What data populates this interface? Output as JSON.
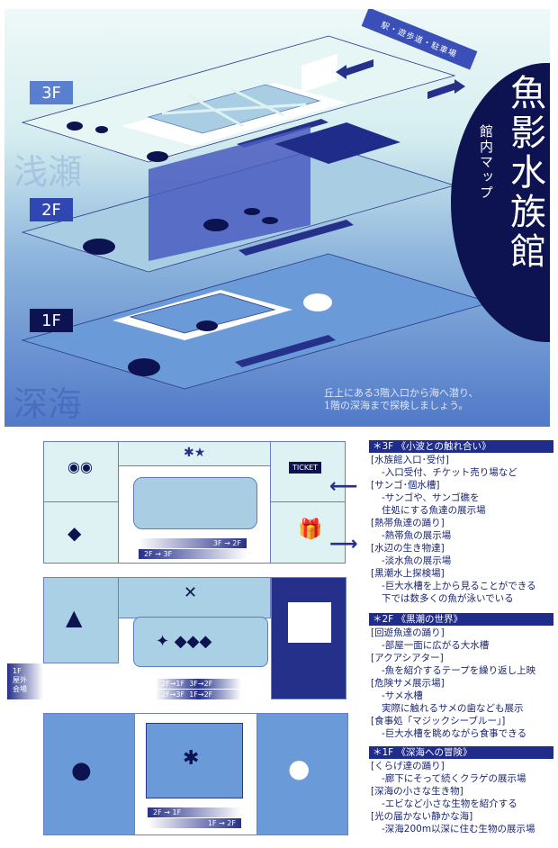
{
  "title": {
    "main": "魚影水族館",
    "sub": "館内マップ"
  },
  "hero": {
    "zones": {
      "shallow": "浅瀬",
      "deep": "深海"
    },
    "floors": [
      "3F",
      "2F",
      "1F"
    ],
    "entrance_sign": "駅・遊歩道・駐車場",
    "outdoor_sign": "1F 屋外会場",
    "caption_lines": [
      "丘上にある3階入口から海へ潜り、",
      "1階の深海まで探検しましょう。"
    ]
  },
  "plan_3f": {
    "ticket_label": "TICKET",
    "stairs": [
      "3F → 2F",
      "2F → 3F"
    ]
  },
  "plan_2f": {
    "outdoor_label": [
      "1F",
      "屋外",
      "会場"
    ],
    "stairs": [
      "2F→1F",
      "3F→2F",
      "2F→3F",
      "1F→2F"
    ]
  },
  "plan_1f": {
    "stairs": [
      "2F → 1F",
      "1F → 2F"
    ]
  },
  "legend": [
    {
      "header": "＊3F 《小波との触れ合い》",
      "items": [
        {
          "name": "[水族館入口･受付]",
          "desc": [
            "-入口受付、チケット売り場など"
          ]
        },
        {
          "name": "[サンゴ･個水槽]",
          "desc": [
            "-サンゴや、サンゴ礁を",
            " 住処にする魚達の展示場"
          ]
        },
        {
          "name": "[熱帯魚達の踊り]",
          "desc": [
            "-熱帯魚の展示場"
          ]
        },
        {
          "name": "[水辺の生き物達]",
          "desc": [
            "-淡水魚の展示場"
          ]
        },
        {
          "name": "[黒潮水上探検場]",
          "desc": [
            "-巨大水槽を上から見ることができる",
            " 下では数多くの魚が泳いでいる"
          ]
        }
      ]
    },
    {
      "header": "＊2F 《黒潮の世界》",
      "items": [
        {
          "name": "[回遊魚達の踊り]",
          "desc": [
            "-部屋一面に広がる大水槽"
          ]
        },
        {
          "name": "[アクアシアター]",
          "desc": [
            "-魚を紹介するテープを繰り返し上映"
          ]
        },
        {
          "name": "[危険サメ展示場]",
          "desc": [
            "-サメ水槽",
            " 実際に触れるサメの歯なども展示"
          ]
        },
        {
          "name": "[食事処「マジックシーブルー」]",
          "desc": [
            "-巨大水槽を眺めながら食事できる"
          ]
        }
      ]
    },
    {
      "header": "＊1F 《深海への冒険》",
      "items": [
        {
          "name": "[くらげ達の踊り]",
          "desc": [
            "-廊下にそって続くクラゲの展示場"
          ]
        },
        {
          "name": "[深海の小さな生き物]",
          "desc": [
            "-エビなど小さな生物を紹介する"
          ]
        },
        {
          "name": "[光の届かない静かな海]",
          "desc": [
            "-深海200m以深に住む生物の展示場"
          ]
        }
      ]
    }
  ],
  "colors": {
    "navy": "#0d1350",
    "indigo": "#25308a",
    "light": "#dff2f3",
    "sky": "#a9d0e4",
    "mid": "#6a9bd8"
  }
}
